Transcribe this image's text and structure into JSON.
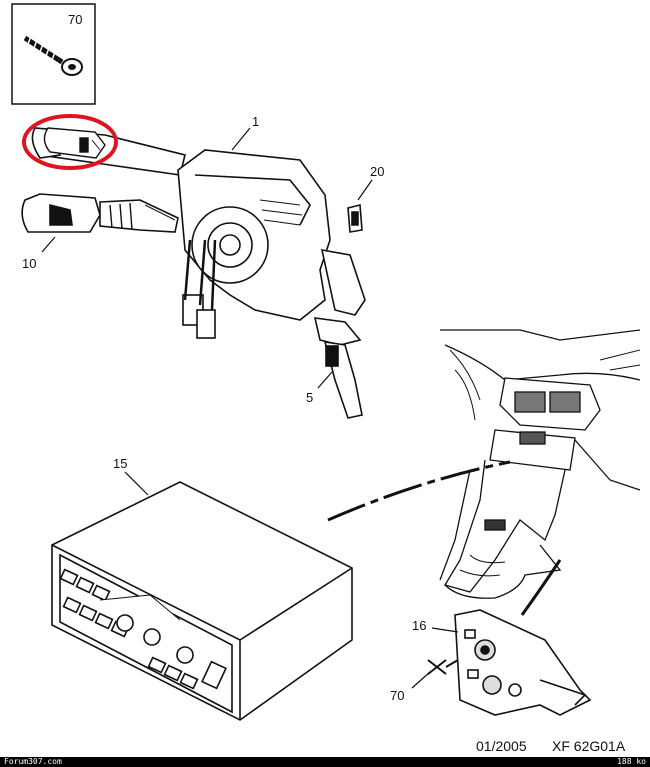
{
  "callouts": {
    "c70_top": "70",
    "c1": "1",
    "c20": "20",
    "c10": "10",
    "c5": "5",
    "c15": "15",
    "c16": "16",
    "c70_bottom": "70"
  },
  "footer": {
    "date": "01/2005",
    "reference": "XF 62G01A",
    "site": "Forum307.com",
    "size": "188 ko"
  },
  "colors": {
    "line": "#111111",
    "highlight": "#e0141e",
    "background": "#ffffff"
  }
}
